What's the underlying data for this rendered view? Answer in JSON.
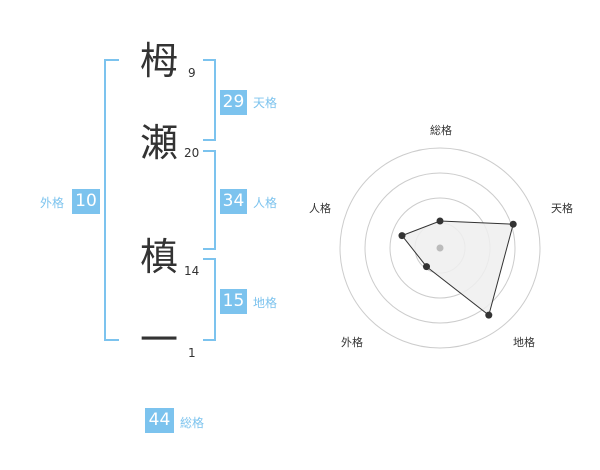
{
  "characters": [
    {
      "char": "栂",
      "strokes": "9"
    },
    {
      "char": "瀬",
      "strokes": "20"
    },
    {
      "char": "槙",
      "strokes": "14"
    },
    {
      "char": "一",
      "strokes": "1"
    }
  ],
  "fortunes": {
    "tenkaku": {
      "value": "29",
      "label": "天格"
    },
    "jinkaku": {
      "value": "34",
      "label": "人格"
    },
    "chikaku": {
      "value": "15",
      "label": "地格"
    },
    "gaikaku": {
      "value": "10",
      "label": "外格"
    },
    "soukaku": {
      "value": "44",
      "label": "総格"
    }
  },
  "radar": {
    "axes": [
      "総格",
      "天格",
      "地格",
      "外格",
      "人格"
    ],
    "values": [
      0.27,
      0.77,
      0.83,
      0.23,
      0.4
    ],
    "ring_count": 4,
    "line_color": "#333333",
    "fill_color": "#eeeeee",
    "grid_color": "#cccccc"
  },
  "accent_color": "#7cc3ee"
}
